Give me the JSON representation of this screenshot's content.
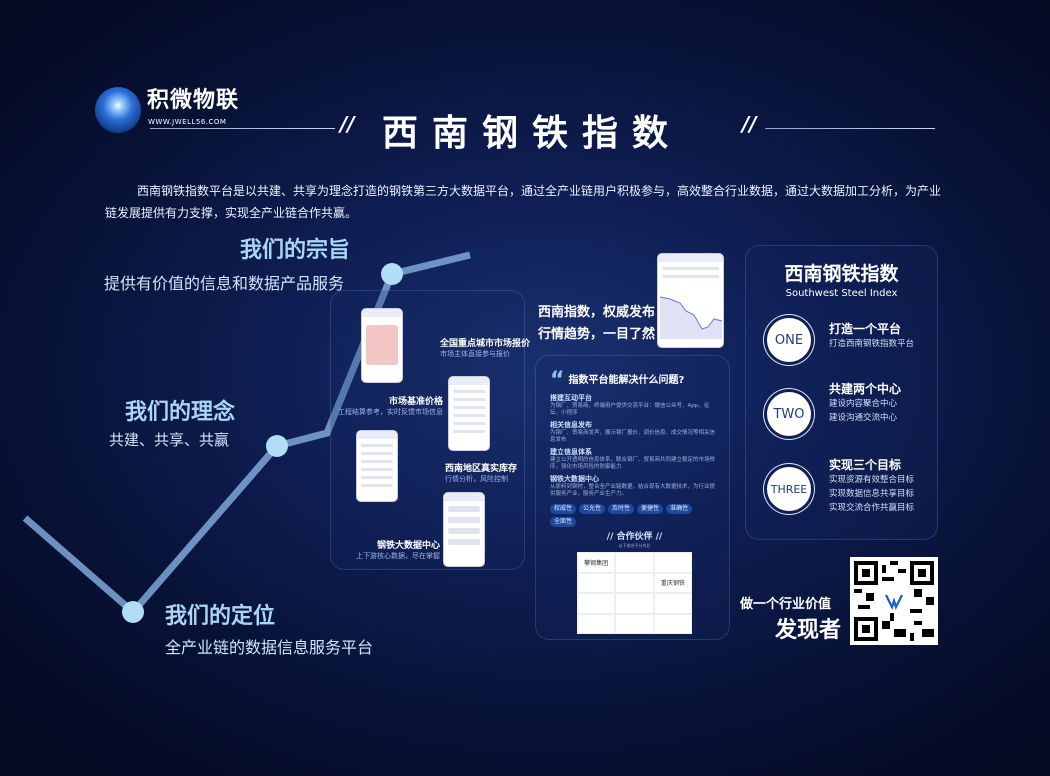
{
  "brand": {
    "name": "积微物联",
    "url": "WWW.JWELL56.COM"
  },
  "header": {
    "title": "西南钢铁指数",
    "slash_left": "//",
    "slash_right": "//"
  },
  "intro": "西南钢铁指数平台是以共建、共享为理念打造的钢铁第三方大数据平台，通过全产业链用户积极参与，高效整合行业数据，通过大数据加工分析，为产业链发展提供有力支撑，实现全产业链合作共赢。",
  "sections": [
    {
      "title": "我们的宗旨",
      "subtitle": "提供有价值的信息和数据产品服务"
    },
    {
      "title": "我们的理念",
      "subtitle": "共建、共享、共赢"
    },
    {
      "title": "我们的定位",
      "subtitle": "全产业链的数据信息服务平台"
    }
  ],
  "features": [
    {
      "title": "全国重点城市市场报价",
      "desc": "市场主体直接参与报价"
    },
    {
      "title": "市场基准价格",
      "desc": "工程结算参考，实时反馈市场信息"
    },
    {
      "title": "西南地区真实库存",
      "desc": "行情分析，风险控制"
    },
    {
      "title": "钢铁大数据中心",
      "desc": "上下游核心数据，尽在掌握"
    }
  ],
  "index_promo": {
    "line1": "西南指数，权威发布",
    "line2": "行情趋势，一目了然"
  },
  "questions": {
    "quote_icon": "quote-icon",
    "title": "指数平台能解决什么问题?",
    "items": [
      {
        "title": "搭建互动平台",
        "desc": "为钢厂、贸易商、终端用户提供交流平台：微信公众号、App、论坛、小程序"
      },
      {
        "title": "相关信息发布",
        "desc": "为钢厂、贸易商发声，展示钢厂报价、调价信息、成交情况等相关信息发布"
      },
      {
        "title": "建立信息体系",
        "desc": "建立公开透明的信息体系，联合钢厂、贸易商共同建立稳定的市场秩序，强化市场风险的防御能力"
      },
      {
        "title": "钢铁大数据中心",
        "desc": "从原料到钢材，整合全产业链数据，结合现有大数据技术，为行业提供服务产业，服务产业生产力。"
      }
    ],
    "tags": [
      "权威性",
      "公允性",
      "及时性",
      "便捷性",
      "准确性",
      "全面性"
    ],
    "partners_title": "// 合作伙伴 //",
    "partners_note": "以下排名不分先后",
    "partners": [
      "攀钢集团",
      "",
      "",
      "",
      "",
      "重庆钢铁",
      "",
      "",
      "",
      "",
      "",
      ""
    ]
  },
  "right": {
    "title": "西南钢铁指数",
    "subtitle": "Southwest Steel Index",
    "goals": [
      {
        "badge": "ONE",
        "title": "打造一个平台",
        "lines": [
          "打造西南钢铁指数平台"
        ]
      },
      {
        "badge": "TWO",
        "title": "共建两个中心",
        "lines": [
          "建设内容聚合中心",
          "建设沟通交流中心"
        ]
      },
      {
        "badge": "THREE",
        "title": "实现三个目标",
        "lines": [
          "实现资源有效整合目标",
          "实现数据信息共享目标",
          "实现交流合作共赢目标"
        ]
      }
    ]
  },
  "slogan": {
    "line1": "做一个行业价值",
    "line2": "发现者"
  },
  "colors": {
    "accent": "#a9d6f5",
    "background": "#0f1f55"
  }
}
